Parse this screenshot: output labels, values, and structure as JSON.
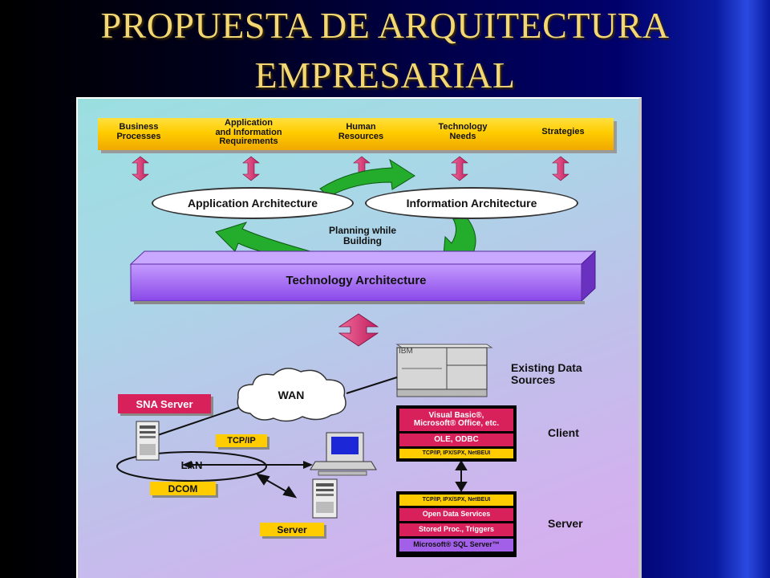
{
  "title": {
    "line1": "PROPUESTA DE  ARQUITECTURA",
    "line2": "EMPRESARIAL"
  },
  "top_bar": {
    "items": [
      "Business\nProcesses",
      "Application\nand Information\nRequirements",
      "Human\nResources",
      "Technology\nNeeds",
      "Strategies"
    ]
  },
  "architectures": {
    "application": "Application Architecture",
    "information": "Information Architecture",
    "planning": "Planning while\nBuilding",
    "technology": "Technology Architecture"
  },
  "network": {
    "sna_server": "SNA Server",
    "wan": "WAN",
    "tcpip": "TCP/IP",
    "lan": "LAN",
    "dcom": "DCOM",
    "server": "Server"
  },
  "data_sources": {
    "ibm": "IBM",
    "label": "Existing Data\nSources"
  },
  "client_stack": {
    "label": "Client",
    "layers": [
      "Visual Basic®,\nMicrosoft® Office, etc.",
      "OLE, ODBC",
      "TCP/IP, IPX/SPX, NetBEUI"
    ]
  },
  "server_stack": {
    "label": "Server",
    "layers": [
      "TCP/IP, IPX/SPX, NetBEUI",
      "Open Data Services",
      "Stored Proc., Triggers",
      "Microsoft® SQL Server™"
    ]
  },
  "colors": {
    "title": "#f2d774",
    "bar_yellow": "#ffcc00",
    "bar_purple": "#a868f0",
    "stack_red": "#d8205a",
    "arrow_pink": "#e0407c",
    "arrow_green": "#22a82a"
  }
}
